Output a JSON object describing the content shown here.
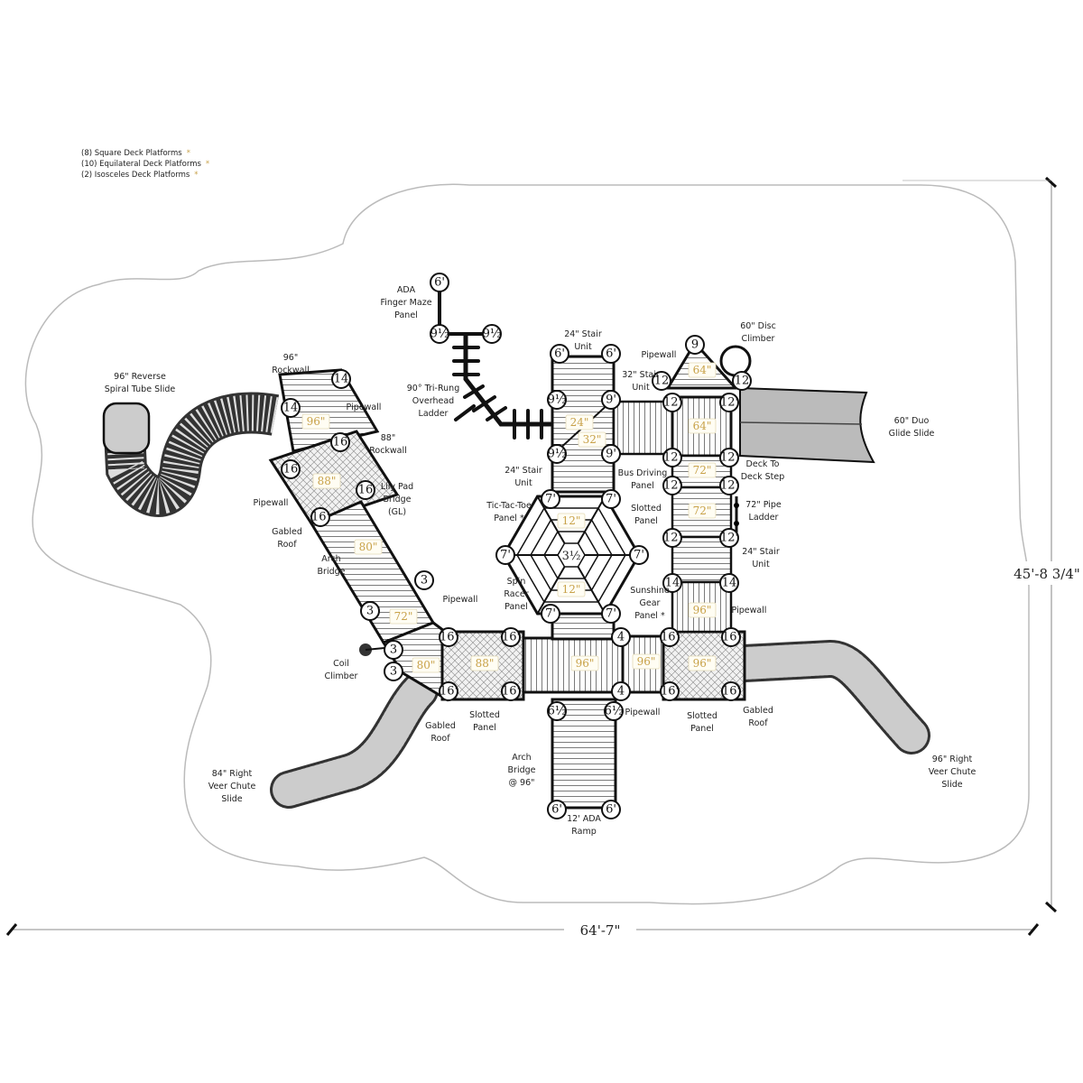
{
  "legend": [
    "(8) Square Deck Platforms",
    "(10) Equilateral Deck Platforms",
    "(2) Isosceles Deck Platforms"
  ],
  "legend_marker": "*",
  "dimensions": {
    "width": "64'-7\"",
    "depth": "45'-8 3/4\""
  },
  "colors": {
    "size_label": "#c8a24a",
    "line": "#111111",
    "deck_fill": "#e8e8e8"
  },
  "hex_center": "3½",
  "labels": {
    "spiral_slide": [
      "96\" Reverse",
      "Spiral Tube Slide"
    ],
    "rockwall_96": [
      "96\"",
      "Rockwall"
    ],
    "pipewall_a": [
      "Pipewall"
    ],
    "rockwall_88": [
      "88\"",
      "Rockwall"
    ],
    "pipewall_b": [
      "Pipewall"
    ],
    "lily_pad": [
      "Lily Pad",
      "Bridge",
      "(GL)"
    ],
    "gabled_roof_a": [
      "Gabled",
      "Roof"
    ],
    "arch_bridge_a": [
      "Arch",
      "Bridge"
    ],
    "coil_climber": [
      "Coil",
      "Climber"
    ],
    "pipewall_c": [
      "Pipewall"
    ],
    "gabled_roof_b": [
      "Gabled",
      "Roof"
    ],
    "slotted_panel_a": [
      "Slotted",
      "Panel"
    ],
    "veer_chute_84": [
      "84\" Right",
      "Veer Chute",
      "Slide"
    ],
    "finger_maze": [
      "ADA",
      "Finger Maze",
      "Panel"
    ],
    "overhead_ladder": [
      "90° Tri-Rung",
      "Overhead",
      "Ladder"
    ],
    "stair_24_top": [
      "24\" Stair",
      "Unit"
    ],
    "stair_32": [
      "32\" Stair",
      "Unit"
    ],
    "stair_24_mid": [
      "24\" Stair",
      "Unit"
    ],
    "tic_tac_toe": [
      "Tic-Tac-Toe",
      "Panel *"
    ],
    "bus_driving": [
      "Bus Driving",
      "Panel"
    ],
    "slotted_panel_b": [
      "Slotted",
      "Panel"
    ],
    "spin_racer": [
      "Spin",
      "Racer",
      "Panel"
    ],
    "sunshine_gear": [
      "Sunshine",
      "Gear",
      "Panel *"
    ],
    "pipewall_d": [
      "Pipewall"
    ],
    "disc_climber": [
      "60\" Disc",
      "Climber"
    ],
    "duo_glide": [
      "60\" Duo",
      "Glide Slide"
    ],
    "deck_step": [
      "Deck To",
      "Deck Step"
    ],
    "pipe_ladder": [
      "72\" Pipe",
      "Ladder"
    ],
    "stair_24_right": [
      "24\" Stair",
      "Unit"
    ],
    "pipewall_e": [
      "Pipewall"
    ],
    "pipewall_f": [
      "Pipewall"
    ],
    "slotted_panel_c": [
      "Slotted",
      "Panel"
    ],
    "gabled_roof_c": [
      "Gabled",
      "Roof"
    ],
    "veer_chute_96": [
      "96\" Right",
      "Veer Chute",
      "Slide"
    ],
    "arch_bridge_b": [
      "Arch",
      "Bridge",
      "@ 96\""
    ],
    "ada_ramp": [
      "12' ADA",
      "Ramp"
    ]
  },
  "posts": [
    "6'",
    "9½",
    "9½",
    "6'",
    "6'",
    "9½",
    "9'",
    "9½",
    "9'",
    "7'",
    "7'",
    "7'",
    "7'",
    "7'",
    "7'",
    "12'",
    "12'",
    "12'",
    "12'",
    "12'",
    "12'",
    "12'",
    "12'",
    "14",
    "14",
    "16'",
    "16'",
    "16'",
    "16'",
    "4",
    "4",
    "16'",
    "16'",
    "16'",
    "16'",
    "6½",
    "6½",
    "6'",
    "6'",
    "14",
    "14",
    "16",
    "16",
    "16",
    "16'",
    "3",
    "3",
    "3",
    "3",
    "9",
    "12",
    "12"
  ],
  "deck_sizes": [
    "96\"",
    "88\"",
    "80\"",
    "72\"",
    "80\"",
    "88\"",
    "96\"",
    "96\"",
    "96\"",
    "24\"",
    "32\"",
    "12\"",
    "12\"",
    "64\"",
    "64\"",
    "72\"",
    "72\"",
    "96\""
  ]
}
